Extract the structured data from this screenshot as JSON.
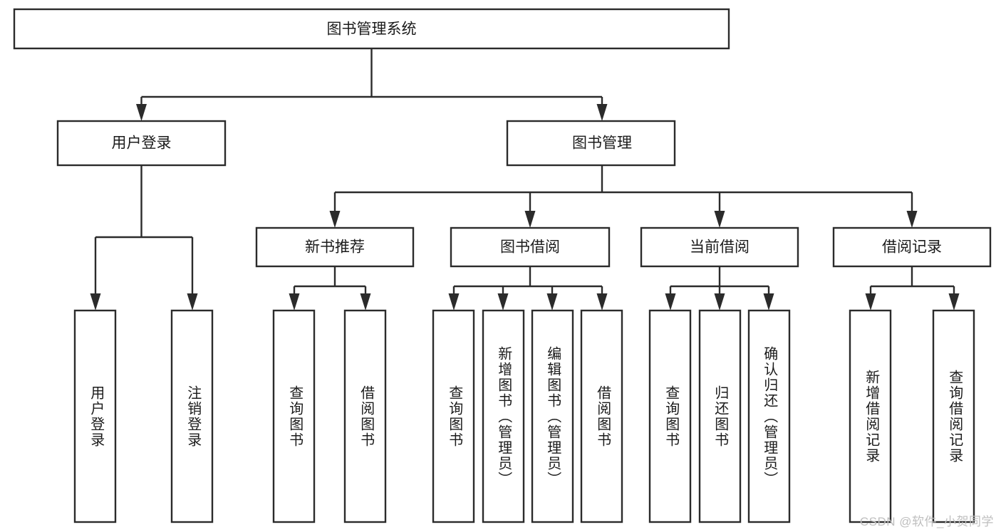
{
  "diagram": {
    "title": "图书管理系统",
    "type": "tree-hierarchy-diagram",
    "colors": {
      "box_stroke": "#2b2b2b",
      "box_fill": "#ffffff",
      "text": "#1b1b1b",
      "background": "#ffffff",
      "watermark": "#bfbfbf"
    },
    "levels": {
      "root": {
        "label": "图书管理系统"
      },
      "level2": [
        {
          "label": "用户登录"
        },
        {
          "label": "图书管理"
        }
      ],
      "level3": [
        {
          "label": "新书推荐"
        },
        {
          "label": "图书借阅"
        },
        {
          "label": "当前借阅"
        },
        {
          "label": "借阅记录"
        }
      ],
      "leaves": {
        "user_login": [
          {
            "label": "用户登录"
          },
          {
            "label": "注销登录"
          }
        ],
        "new_book": [
          {
            "label": "查询图书"
          },
          {
            "label": "借阅图书"
          }
        ],
        "book_borrow": [
          {
            "label": "查询图书"
          },
          {
            "label": "新增图书（管理员）"
          },
          {
            "label": "编辑图书（管理员）"
          },
          {
            "label": "借阅图书"
          }
        ],
        "current_borrow": [
          {
            "label": "查询图书"
          },
          {
            "label": "归还图书"
          },
          {
            "label": "确认归还（管理员）"
          }
        ],
        "borrow_record": [
          {
            "label": "新增借阅记录"
          },
          {
            "label": "查询借阅记录"
          }
        ]
      }
    }
  },
  "watermark": {
    "text": "CSDN @软件_小贺同学"
  }
}
